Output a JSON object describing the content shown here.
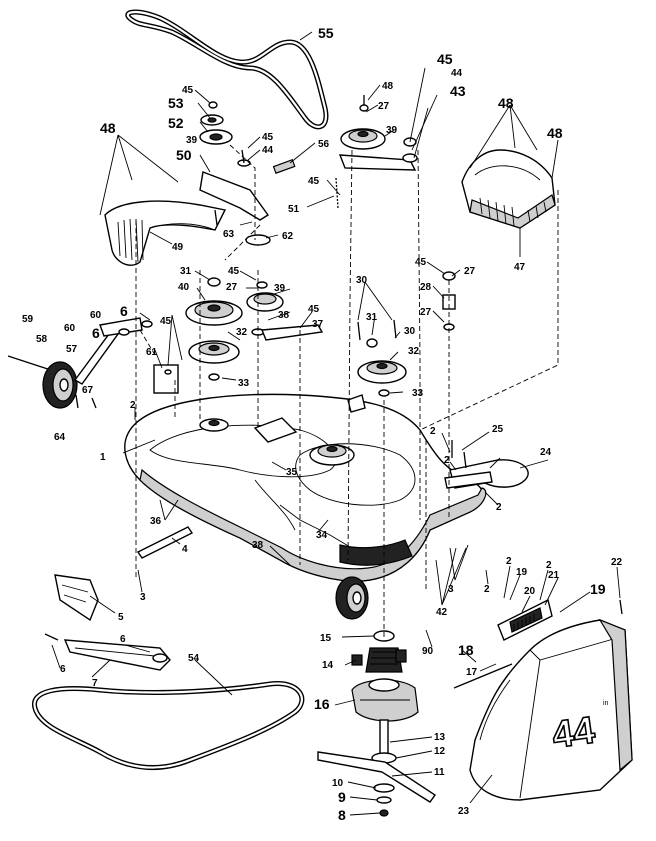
{
  "deck_label": "44",
  "deck_label_mark": "in",
  "callouts": {
    "c1": "1",
    "c2a": "2",
    "c2b": "2",
    "c2c": "2",
    "c2d": "2",
    "c2e": "2",
    "c2f": "2",
    "c2g": "2",
    "c3a": "3",
    "c3b": "3",
    "c4": "4",
    "c5": "5",
    "c6a": "6",
    "c6b": "6",
    "c6c": "6",
    "c6d": "6",
    "c7": "7",
    "c8": "8",
    "c9": "9",
    "c10": "10",
    "c11": "11",
    "c12": "12",
    "c13": "13",
    "c14": "14",
    "c15": "15",
    "c16": "16",
    "c17": "17",
    "c18": "18",
    "c19a": "19",
    "c19b": "19",
    "c20": "20",
    "c21": "21",
    "c22": "22",
    "c23": "23",
    "c24": "24",
    "c25": "25",
    "c27a": "27",
    "c27b": "27",
    "c27c": "27",
    "c27d": "27",
    "c28": "28",
    "c30a": "30",
    "c30b": "30",
    "c31a": "31",
    "c31b": "31",
    "c32a": "32",
    "c32b": "32",
    "c33a": "33",
    "c33b": "33",
    "c34": "34",
    "c35": "35",
    "c36": "36",
    "c37": "37",
    "c38a": "38",
    "c38b": "38",
    "c39a": "39",
    "c39b": "39",
    "c39c": "39",
    "c40": "40",
    "c42": "42",
    "c43": "43",
    "c44a": "44",
    "c44b": "44",
    "c45a": "45",
    "c45b": "45",
    "c45c": "45",
    "c45d": "45",
    "c45e": "45",
    "c45f": "45",
    "c45g": "45",
    "c45h": "45",
    "c47": "47",
    "c48a": "48",
    "c48b": "48",
    "c48c": "48",
    "c48d": "48",
    "c49": "49",
    "c50": "50",
    "c51": "51",
    "c52": "52",
    "c53": "53",
    "c54": "54",
    "c55": "55",
    "c56": "56",
    "c57": "57",
    "c58": "58",
    "c59": "59",
    "c60a": "60",
    "c60b": "60",
    "c61": "61",
    "c62": "62",
    "c63": "63",
    "c64": "64",
    "c67": "67",
    "c90": "90"
  }
}
